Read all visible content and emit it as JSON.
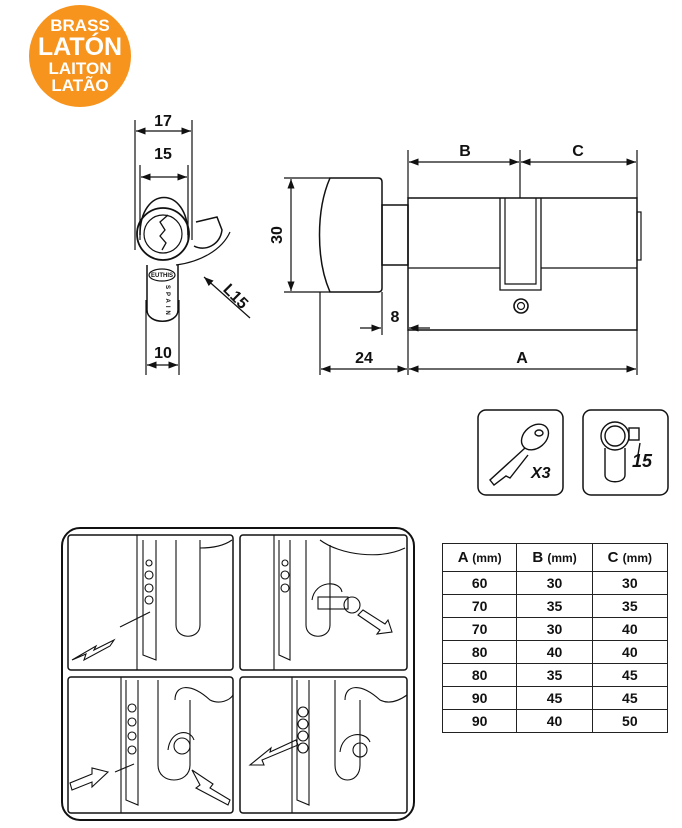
{
  "badge": {
    "lines": [
      "BRASS",
      "LATÓN",
      "LAITON",
      "LATÃO"
    ],
    "color": "#F7941D"
  },
  "front_view": {
    "dim_top": "17",
    "dim_inner": "15",
    "dim_bottom": "10",
    "dim_cam": "L15",
    "logo": "EUTHIS",
    "stamp": "SPAIN"
  },
  "side_view": {
    "dim_height": "30",
    "dim_b": "B",
    "dim_c": "C",
    "dim_offset": "8",
    "dim_knob": "24",
    "dim_a": "A"
  },
  "icons": {
    "keys_label": "X3",
    "cam_label": "15"
  },
  "table": {
    "headers": [
      {
        "letter": "A",
        "unit": "(mm)"
      },
      {
        "letter": "B",
        "unit": "(mm)"
      },
      {
        "letter": "C",
        "unit": "(mm)"
      }
    ],
    "rows": [
      [
        "60",
        "30",
        "30"
      ],
      [
        "70",
        "35",
        "35"
      ],
      [
        "70",
        "30",
        "40"
      ],
      [
        "80",
        "40",
        "40"
      ],
      [
        "80",
        "35",
        "45"
      ],
      [
        "90",
        "45",
        "45"
      ],
      [
        "90",
        "40",
        "50"
      ]
    ]
  }
}
